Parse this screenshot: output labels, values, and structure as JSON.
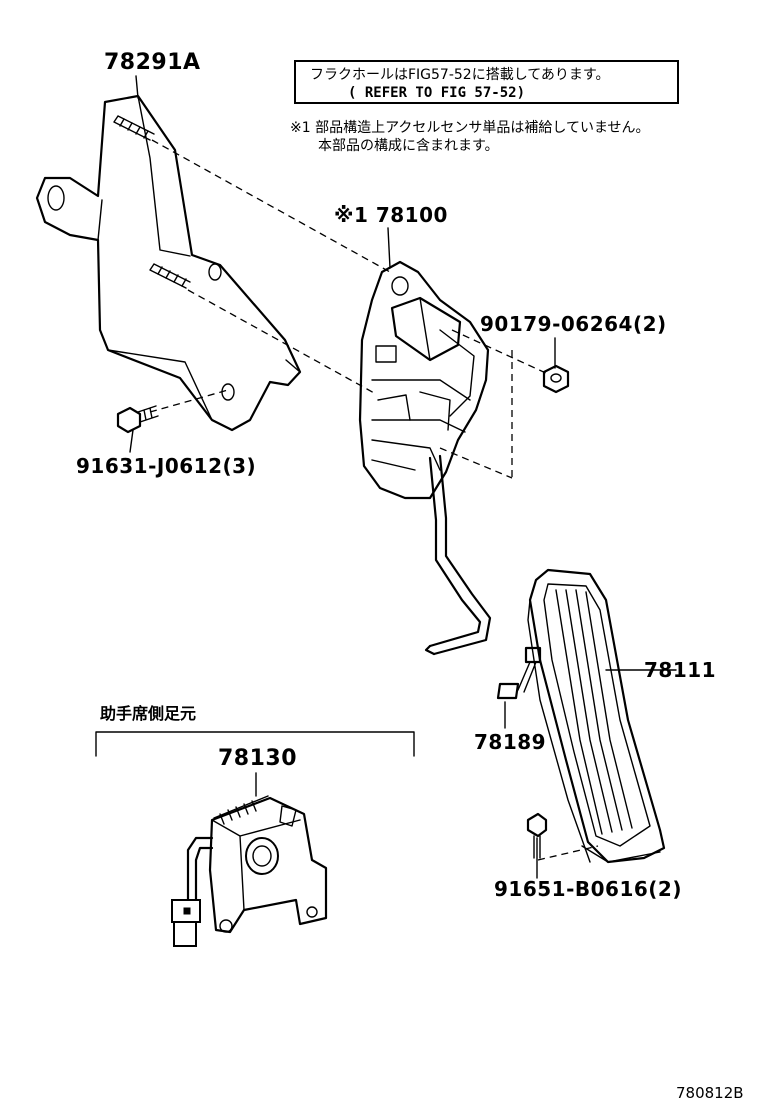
{
  "notes": {
    "box_line1": "フラクホールはFIG57-52に搭載してあります。",
    "box_line2": "( REFER TO FIG 57-52)",
    "remark_line1": "※1 部品構造上アクセルセンサ単品は補給していません。",
    "remark_line2": "本部品の構成に含まれます。",
    "passenger_section": "助手席側足元"
  },
  "parts": {
    "bracket": "78291A",
    "pedal_assembly": "※1 78100",
    "nut": "90179-06264(2)",
    "bolt_left": "91631-J0612(3)",
    "pedal_pad": "78111",
    "stopper_bolt": "78189",
    "bolt_bottom": "91651-B0616(2)",
    "sub_pedal": "78130"
  },
  "figure_code": "780812B"
}
